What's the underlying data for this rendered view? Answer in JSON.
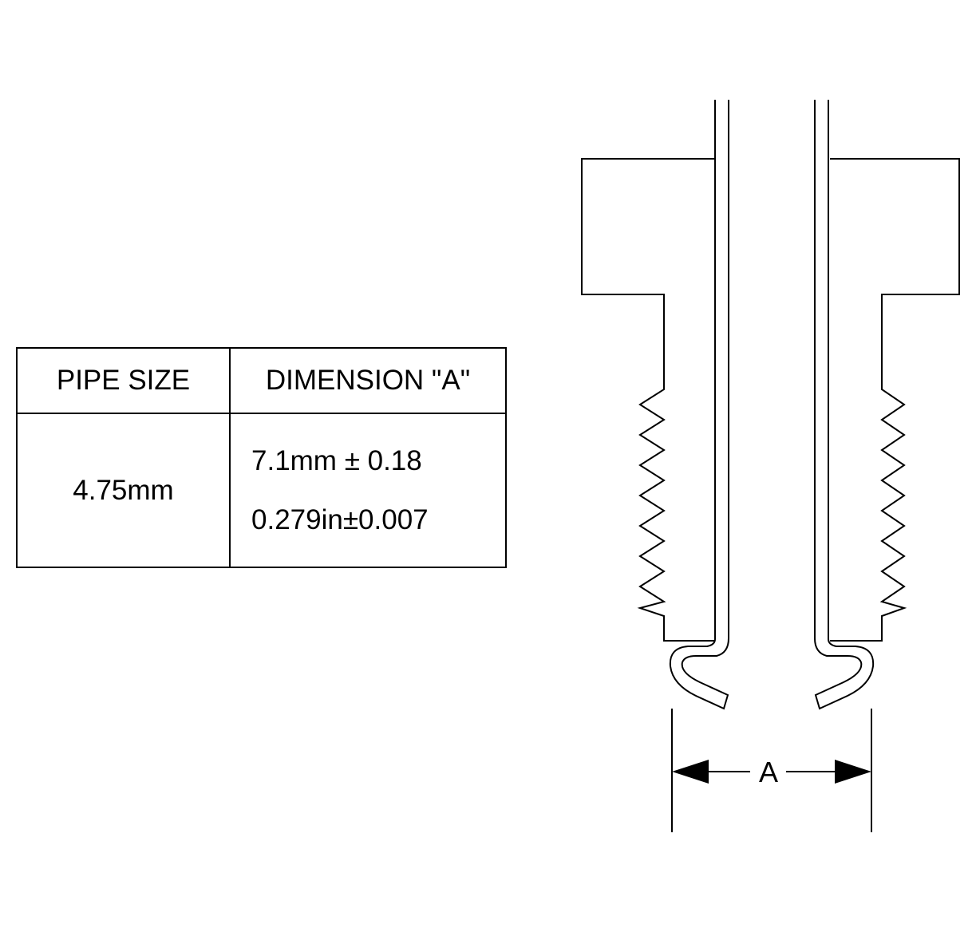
{
  "table": {
    "headers": [
      "PIPE SIZE",
      "DIMENSION \"A\""
    ],
    "rows": [
      {
        "pipe_size": "4.75mm",
        "dimension_metric": "7.1mm ± 0.18",
        "dimension_imperial": "0.279in±0.007"
      }
    ]
  },
  "diagram": {
    "dimension_label": "A"
  }
}
